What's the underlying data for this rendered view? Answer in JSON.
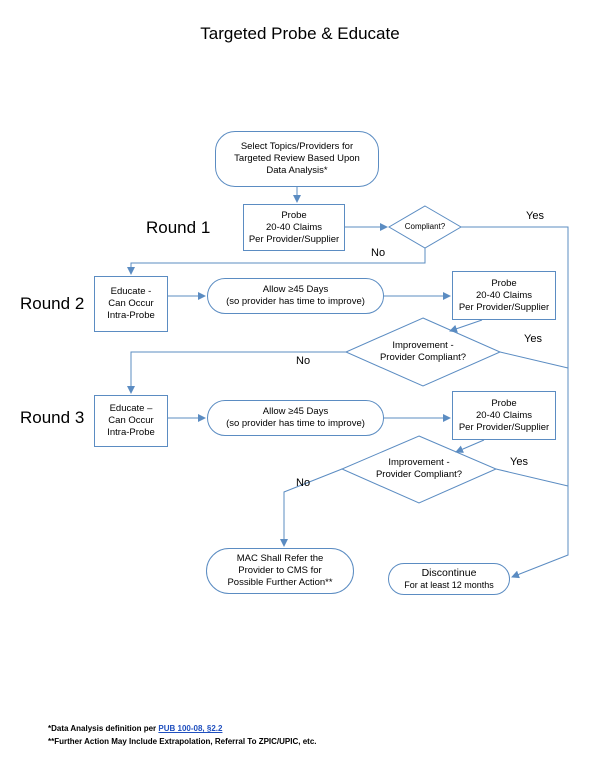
{
  "title": "Targeted Probe & Educate",
  "rounds": [
    "Round 1",
    "Round 2",
    "Round 3"
  ],
  "nodes": {
    "select_topics": [
      "Select Topics/Providers for",
      "Targeted Review Based Upon",
      "Data Analysis*"
    ],
    "probe1": [
      "Probe",
      "20-40 Claims",
      "Per Provider/Supplier"
    ],
    "compliant": [
      "Compliant?"
    ],
    "educate2": [
      "Educate -",
      "Can Occur",
      "Intra-Probe"
    ],
    "allow2": [
      "Allow ≥45 Days",
      "(so provider has time to improve)"
    ],
    "probe2": [
      "Probe",
      "20-40 Claims",
      "Per Provider/Supplier"
    ],
    "improve2": [
      "Improvement -",
      "Provider Compliant?"
    ],
    "educate3": [
      "Educate –",
      "Can Occur",
      "Intra-Probe"
    ],
    "allow3": [
      "Allow ≥45 Days",
      "(so provider has time to improve)"
    ],
    "probe3": [
      "Probe",
      "20-40 Claims",
      "Per Provider/Supplier"
    ],
    "improve3": [
      "Improvement -",
      "Provider Compliant?"
    ],
    "mac_refer": [
      "MAC Shall Refer the",
      "Provider to CMS for",
      "Possible Further Action**"
    ],
    "discontinue": [
      "Discontinue",
      "For at least 12 months"
    ]
  },
  "labels": {
    "yes": "Yes",
    "no": "No"
  },
  "footer": {
    "note1_prefix": "*Data Analysis definition per ",
    "note1_link": "PUB 100-08, §2.2",
    "note2": "**Further Action May Include Extrapolation, Referral To ZPIC/UPIC, etc."
  },
  "colors": {
    "stroke": "#5b8cc2",
    "link": "#1f4fbf"
  }
}
